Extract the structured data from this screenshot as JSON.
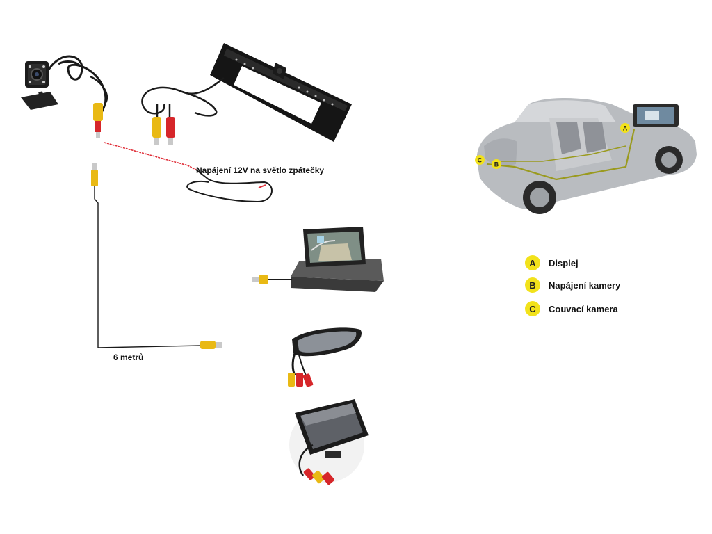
{
  "labels": {
    "power_note": "Napájení 12V na světlo zpátečky",
    "cable_length": "6 metrů"
  },
  "legend": [
    {
      "key": "A",
      "text": "Displej"
    },
    {
      "key": "B",
      "text": "Napájení kamery"
    },
    {
      "key": "C",
      "text": "Couvací kamera"
    }
  ],
  "car_markers": [
    "A",
    "B",
    "C"
  ],
  "colors": {
    "badge_yellow": "#f2e21b",
    "rca_yellow": "#e9b914",
    "rca_red": "#d6262a",
    "cable_black": "#1a1a1a",
    "power_wire_red": "#e0303a",
    "device_dark": "#2b2b2b",
    "car_silver": "#b9bcc0",
    "car_wiring": "#9a9a1e"
  },
  "icons": [
    "mini-camera-icon",
    "license-plate-frame-icon",
    "foldable-monitor-icon",
    "mirror-monitor-icon",
    "dashboard-monitor-icon",
    "car-cutaway-icon"
  ]
}
